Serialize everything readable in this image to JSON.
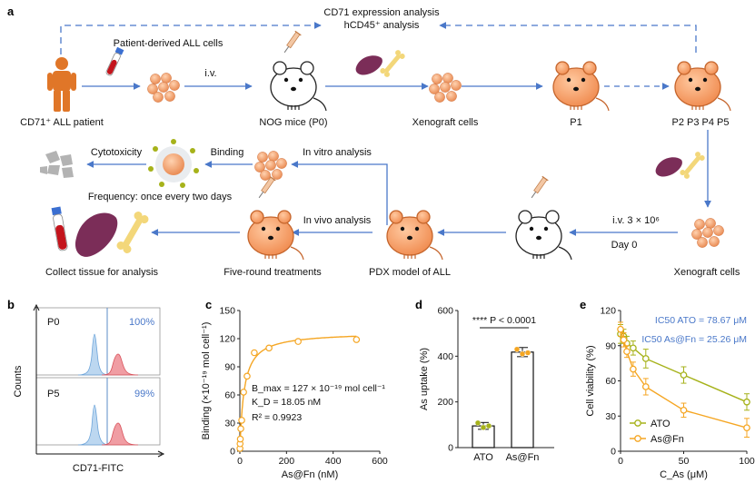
{
  "panels": {
    "a": {
      "letter": "a",
      "top_label_1": "CD71 expression analysis",
      "top_label_2": "hCD45⁺ analysis",
      "patient_label": "CD71⁺ ALL patient",
      "patient_cells_label": "Patient-derived ALL cells",
      "iv_label": "i.v.",
      "mouse_p0_label": "NOG mice (P0)",
      "xenograft_label": "Xenograft cells",
      "p1_label": "P1",
      "p2_label": "P2 P3 P4 P5",
      "iv2_label": "i.v. 3 × 10⁶",
      "day0_label": "Day 0",
      "xenograft2_label": "Xenograft cells",
      "pdx_label": "PDX model of ALL",
      "in_vivo_label": "In vivo analysis",
      "treatments_label": "Five-round treatments",
      "collect_label": "Collect tissue for analysis",
      "frequency_label": "Frequency: once every two days",
      "in_vitro_label": "In vitro analysis",
      "binding_label": "Binding",
      "cytotoxicity_label": "Cytotoxicity"
    },
    "b": {
      "letter": "b",
      "rows": [
        {
          "name": "P0",
          "percent": "100%"
        },
        {
          "name": "P5",
          "percent": "99%"
        }
      ],
      "ylabel": "Counts",
      "xlabel": "CD71-FITC",
      "colors": {
        "control": "#8fbde6",
        "stained": "#e9747c",
        "gate": "#5b8cc7"
      }
    },
    "c": {
      "letter": "c",
      "ann_bmax": "B_max = 127 × 10⁻¹⁹ mol cell⁻¹",
      "ann_kd": "K_D = 18.05 nM",
      "ann_r2": "R² = 0.9923"
    },
    "d": {
      "letter": "d",
      "sig_label": "**** P < 0.0001"
    },
    "e": {
      "letter": "e",
      "ic50_ato": "IC50 ATO = 78.67 μM",
      "ic50_asfn": "IC50 As@Fn = 25.26 μM"
    }
  },
  "chart_data": [
    {
      "id": "c",
      "type": "scatter",
      "xlabel": "As@Fn (nM)",
      "ylabel": "Binding (×10⁻¹⁹ mol cell⁻¹)",
      "xlim": [
        0,
        600
      ],
      "ylim": [
        0,
        150
      ],
      "xticks": [
        0,
        200,
        400,
        600
      ],
      "yticks": [
        0,
        30,
        60,
        90,
        120,
        150
      ],
      "x": [
        0.5,
        1,
        2,
        4,
        8,
        16,
        31,
        62,
        125,
        250,
        500
      ],
      "y": [
        3,
        8,
        13,
        24,
        33,
        63,
        80,
        105,
        110,
        117,
        119
      ],
      "fit": {
        "model": "Bmax*x/(Kd+x)",
        "Bmax": 127,
        "Kd": 18.05
      },
      "color": "#f5a623",
      "grid": false
    },
    {
      "id": "d",
      "type": "bar",
      "ylabel": "As uptake (%)",
      "categories": [
        "ATO",
        "As@Fn"
      ],
      "values": [
        95,
        418
      ],
      "errors": [
        15,
        20
      ],
      "points": [
        [
          108,
          88,
          95
        ],
        [
          430,
          410,
          415
        ]
      ],
      "point_colors": [
        "#a6b21a",
        "#f5a623"
      ],
      "ylim": [
        0,
        600
      ],
      "yticks": [
        0,
        200,
        400,
        600
      ]
    },
    {
      "id": "e",
      "type": "line",
      "xlabel": "C_As (μM)",
      "ylabel": "Cell viability (%)",
      "xlim": [
        0,
        100
      ],
      "ylim": [
        0,
        120
      ],
      "xticks": [
        0,
        50,
        100
      ],
      "yticks": [
        0,
        30,
        60,
        90,
        120
      ],
      "series": [
        {
          "name": "ATO",
          "color": "#a6b21a",
          "x": [
            0,
            2.5,
            5,
            10,
            20,
            50,
            100
          ],
          "y": [
            100,
            98,
            92,
            88,
            79,
            65,
            42
          ],
          "err": [
            8,
            6,
            6,
            6,
            8,
            7,
            7
          ]
        },
        {
          "name": "As@Fn",
          "color": "#f5a623",
          "x": [
            0,
            2.5,
            5,
            10,
            20,
            50,
            100
          ],
          "y": [
            104,
            95,
            85,
            70,
            55,
            35,
            20
          ],
          "err": [
            6,
            6,
            5,
            6,
            7,
            6,
            8
          ]
        }
      ],
      "legend": "bottom-left"
    }
  ]
}
